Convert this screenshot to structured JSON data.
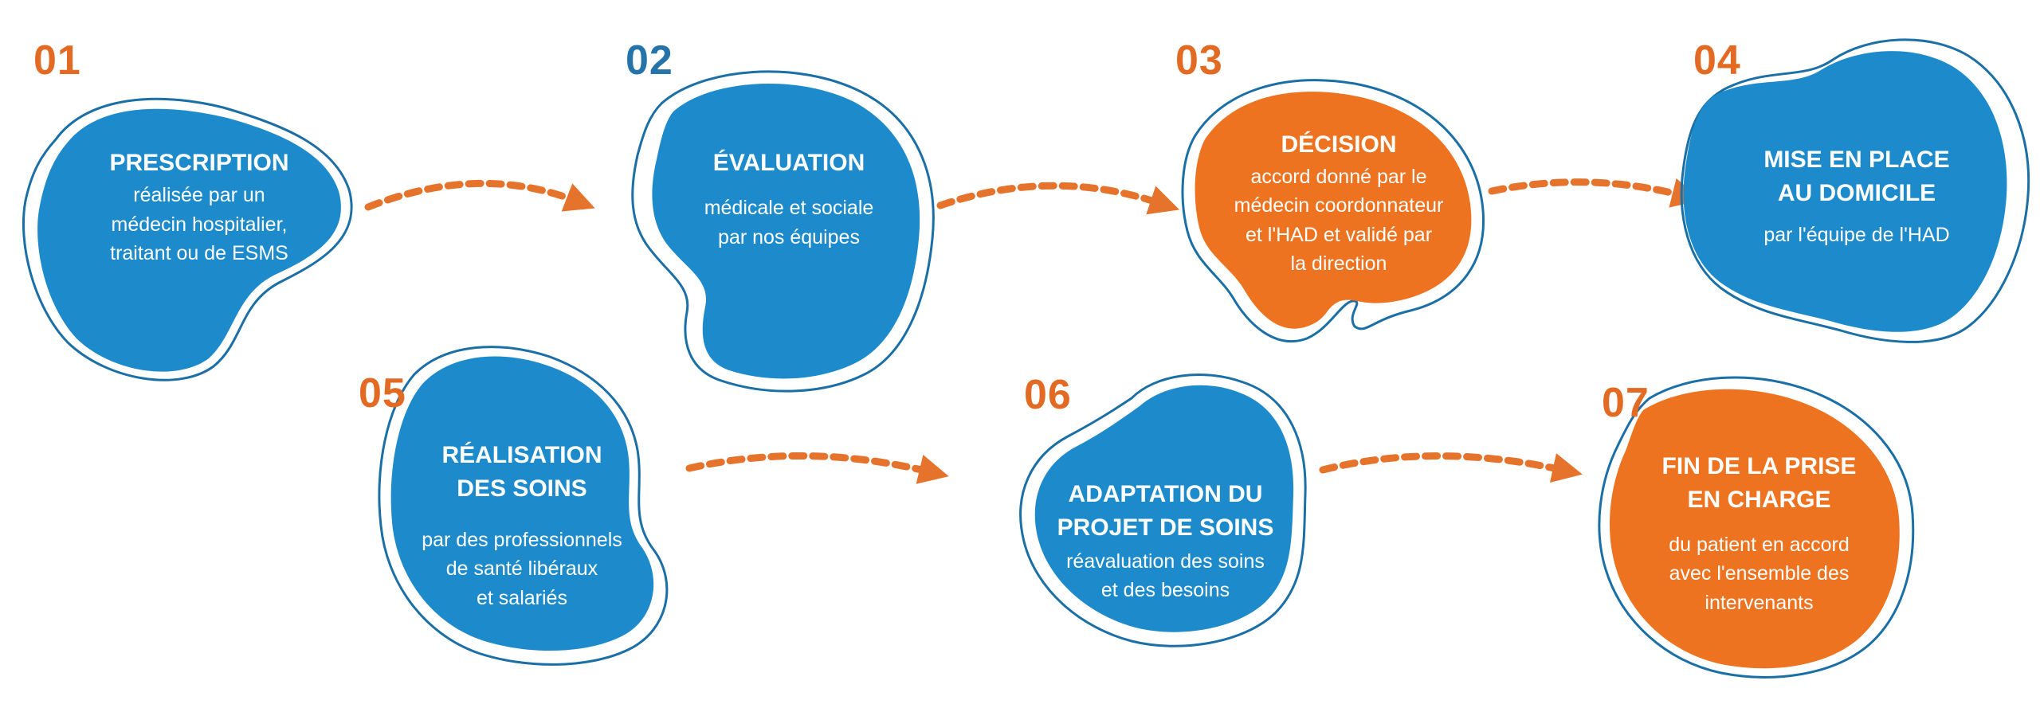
{
  "colors": {
    "blue": "#1d8bcb",
    "orange": "#ee7320",
    "number_blue": "#2573a8",
    "number_orange": "#e26a22",
    "outline": "#1a6fa6",
    "arrow": "#e5732c"
  },
  "steps": [
    {
      "number": "01",
      "title": "PRESCRIPTION",
      "description": "réalisée par un\nmédecin hospitalier,\ntraitant ou de ESMS",
      "color": "blue",
      "number_color": "number_orange"
    },
    {
      "number": "02",
      "title": "ÉVALUATION",
      "description": "médicale et sociale\npar nos équipes",
      "color": "blue",
      "number_color": "number_blue"
    },
    {
      "number": "03",
      "title": "DÉCISION",
      "description": "accord donné par le\nmédecin coordonnateur\net l'HAD et validé par\nla direction",
      "color": "orange",
      "number_color": "number_orange"
    },
    {
      "number": "04",
      "title": "MISE EN PLACE\nAU DOMICILE",
      "description": "par l'équipe de l'HAD",
      "color": "blue",
      "number_color": "number_orange"
    },
    {
      "number": "05",
      "title": "RÉALISATION\nDES SOINS",
      "description": "par des professionnels\nde santé libéraux\net salariés",
      "color": "blue",
      "number_color": "number_orange"
    },
    {
      "number": "06",
      "title": "ADAPTATION DU\nPROJET DE SOINS",
      "description": "réavaluation des soins\net des besoins",
      "color": "blue",
      "number_color": "number_orange"
    },
    {
      "number": "07",
      "title": "FIN DE LA PRISE\nEN CHARGE",
      "description": "du patient en accord\navec l'ensemble des\nintervenants",
      "color": "orange",
      "number_color": "number_orange"
    }
  ]
}
